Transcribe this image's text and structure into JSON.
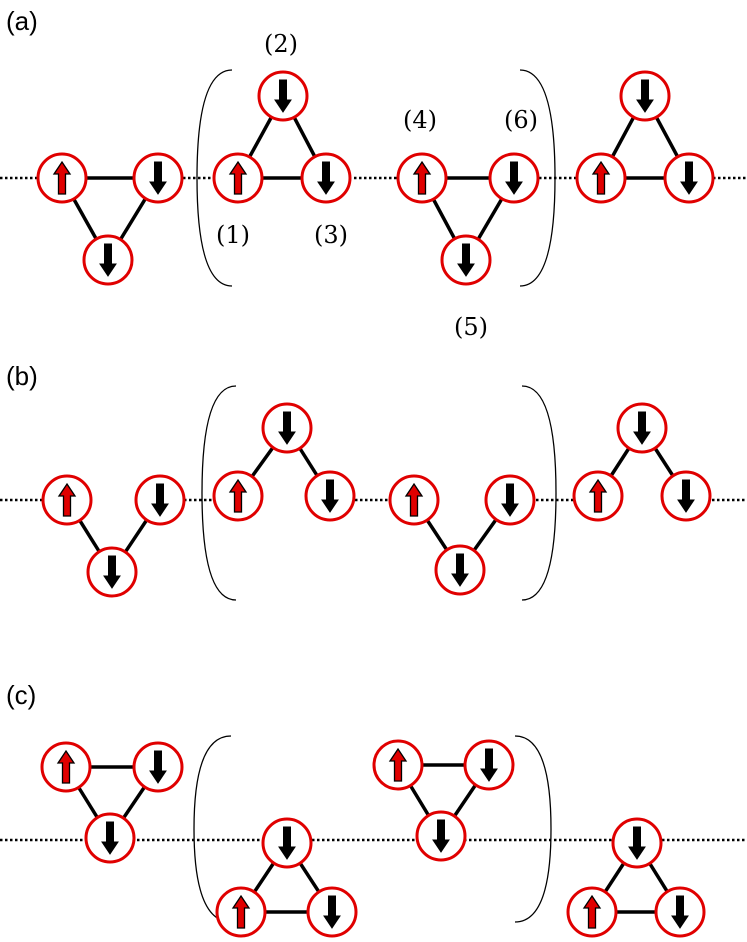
{
  "panels": [
    {
      "label": "(a)"
    },
    {
      "label": "(b)"
    },
    {
      "label": "(c)"
    }
  ],
  "site_labels": [
    "(1)",
    "(2)",
    "(3)",
    "(4)",
    "(5)",
    "(6)"
  ],
  "colors": {
    "site_outline": "#e00000",
    "spin_up": "#e00000",
    "spin_down": "#000000",
    "bond": "#000000"
  },
  "spins": {
    "up": "spin-up-arrow",
    "down": "spin-down-arrow"
  }
}
